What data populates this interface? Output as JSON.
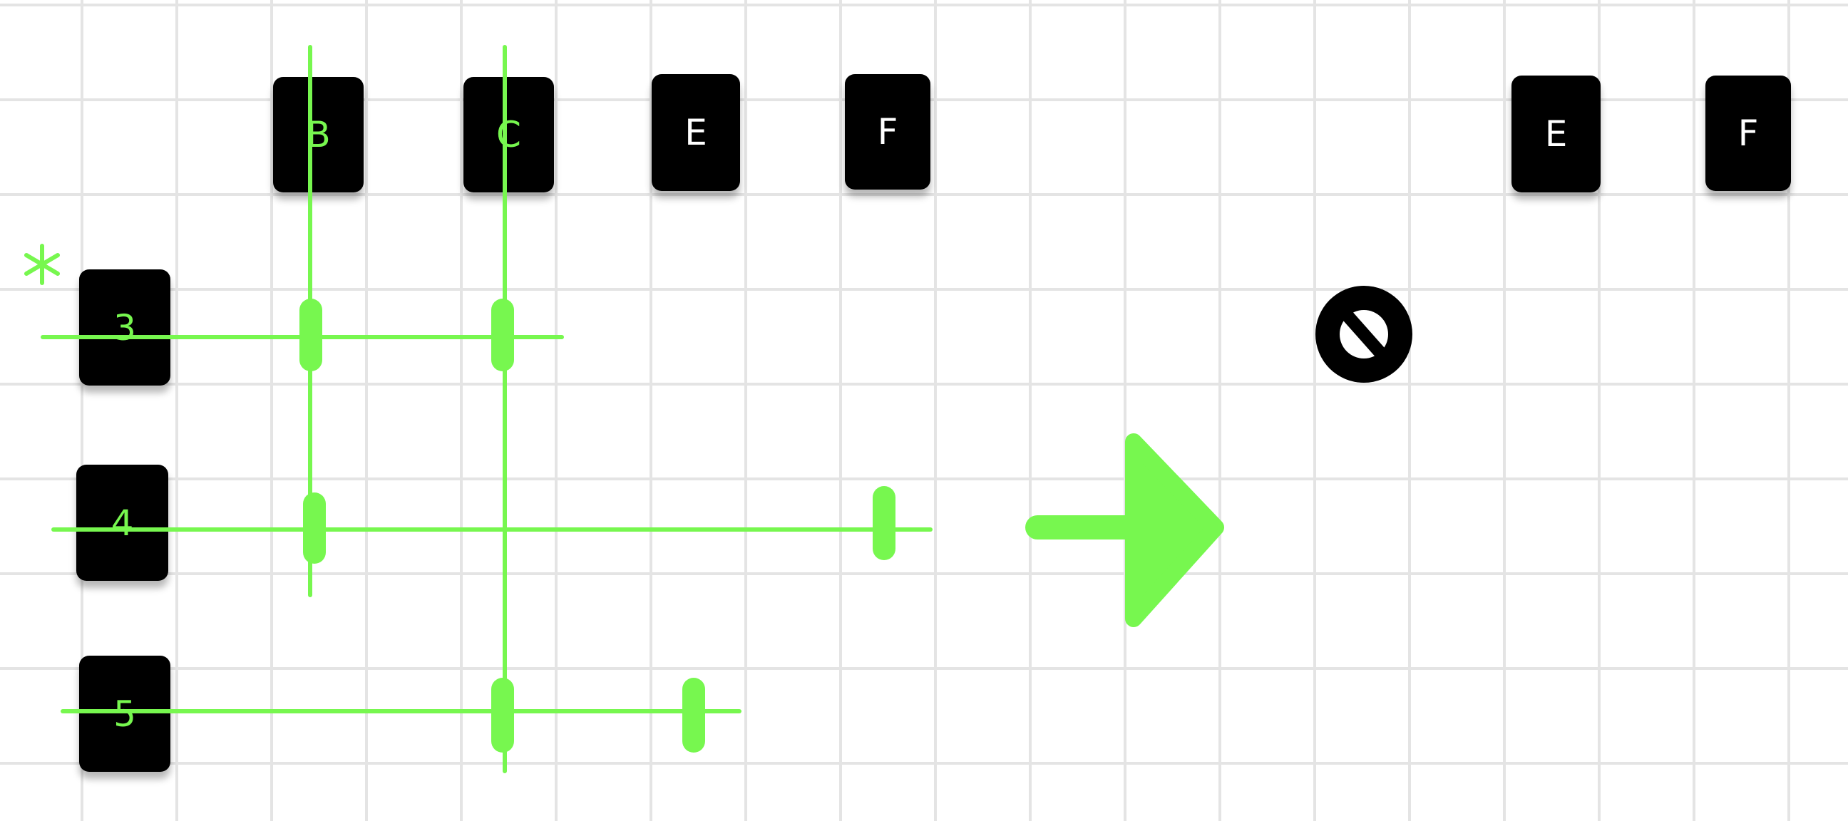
{
  "colors": {
    "accent": "#77f74f",
    "tile": "#000000",
    "tile_text": "#ffffff",
    "grid": "#e4e4e4",
    "background": "#ffffff"
  },
  "left_board": {
    "column_tiles": [
      {
        "label": "B",
        "state": "connected"
      },
      {
        "label": "C",
        "state": "connected"
      },
      {
        "label": "E",
        "state": "idle"
      },
      {
        "label": "F",
        "state": "idle"
      }
    ],
    "row_tiles": [
      {
        "label": "3",
        "marker": "asterisk"
      },
      {
        "label": "4"
      },
      {
        "label": "5"
      }
    ],
    "asterisk": "*"
  },
  "arrow": {
    "icon": "arrow-right-icon",
    "color": "#77f74f"
  },
  "right_board": {
    "column_tiles": [
      {
        "label": "E",
        "state": "idle"
      },
      {
        "label": "F",
        "state": "idle"
      }
    ],
    "status_icon": "no-entry-icon"
  }
}
